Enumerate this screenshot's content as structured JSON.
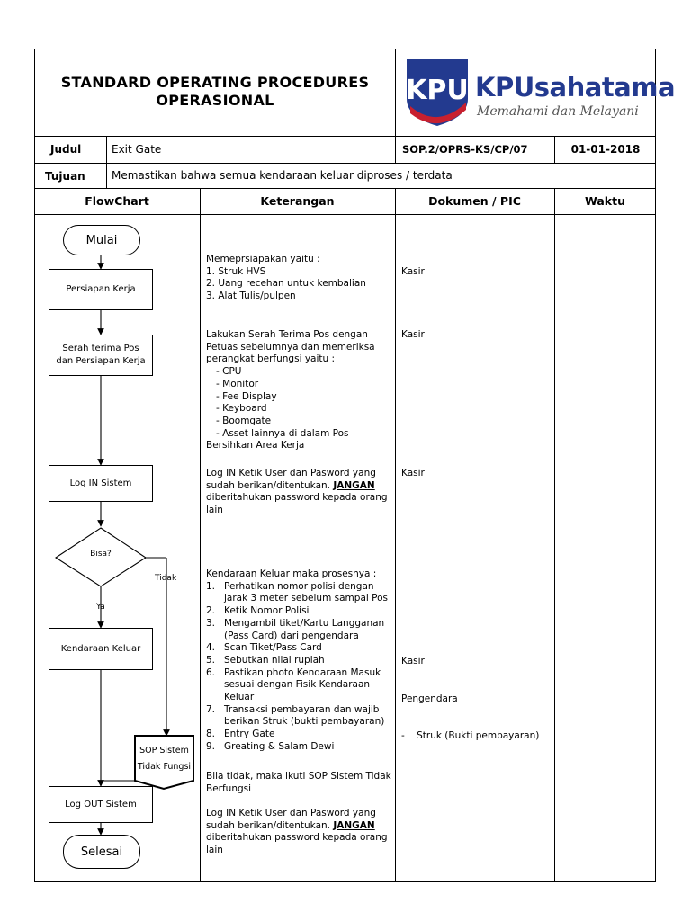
{
  "header": {
    "title_line1": "STANDARD OPERATING PROCEDURES",
    "title_line2": "OPERASIONAL",
    "logo_brand": "KPUsahatama",
    "logo_tagline": "Memahami dan Melayani",
    "logo_mark": "KPU"
  },
  "info": {
    "judul_label": "Judul",
    "judul_value": "Exit Gate",
    "sop_code": "SOP.2/OPRS-KS/CP/07",
    "date": "01-01-2018",
    "tujuan_label": "Tujuan",
    "tujuan_value": "Memastikan bahwa semua kendaraan keluar diproses / terdata"
  },
  "columns": {
    "flowchart": "FlowChart",
    "keterangan": "Keterangan",
    "dokumen": "Dokumen / PIC",
    "waktu": "Waktu"
  },
  "flow": {
    "mulai": "Mulai",
    "persiapan": "Persiapan Kerja",
    "serah_1": "Serah terima Pos",
    "serah_2": "dan Persiapan Kerja",
    "login": "Log IN Sistem",
    "bisa": "Bisa?",
    "tidak": "Tidak",
    "ya": "Ya",
    "kendaraan": "Kendaraan Keluar",
    "sop_1": "SOP Sistem",
    "sop_2": "Tidak Fungsi",
    "logout": "Log OUT Sistem",
    "selesai": "Selesai"
  },
  "ket": {
    "s1_head": "Memeprsiapakan yaitu :",
    "s1_items": [
      "1. Struk HVS",
      "2. Uang recehan untuk kembalian",
      "3. Alat Tulis/pulpen"
    ],
    "s2_lines": [
      "Lakukan Serah Terima Pos dengan",
      "Petuas sebelumnya dan memeriksa",
      "perangkat berfungsi yaitu :"
    ],
    "s2_items": [
      "CPU",
      "Monitor",
      "Fee Display",
      "Keyboard",
      "Boomgate",
      "Asset lainnya di dalam Pos"
    ],
    "s2_tail": "Bersihkan Area Kerja",
    "s3_line1": "Log IN Ketik User dan Pasword yang",
    "s3_line2a": "sudah berikan/ditentukan. ",
    "s3_emph": "JANGAN",
    "s3_line3": "diberitahukan password kepada orang",
    "s3_line4": "lain",
    "s4_head": "Kendaraan Keluar maka prosesnya :",
    "s4_items": [
      {
        "n": "1.",
        "lines": [
          "Perhatikan nomor polisi dengan",
          "jarak 3 meter sebelum sampai Pos"
        ]
      },
      {
        "n": "2.",
        "lines": [
          "Ketik Nomor Polisi"
        ]
      },
      {
        "n": "3.",
        "lines": [
          "Mengambil tiket/Kartu Langganan",
          "(Pass Card) dari pengendara"
        ]
      },
      {
        "n": "4.",
        "lines": [
          "Scan Tiket/Pass Card"
        ]
      },
      {
        "n": "5.",
        "lines": [
          "Sebutkan nilai rupiah"
        ]
      },
      {
        "n": "6.",
        "lines": [
          "Pastikan photo Kendaraan Masuk",
          "sesuai dengan Fisik Kendaraan",
          "Keluar"
        ]
      },
      {
        "n": "7.",
        "lines": [
          "Transaksi pembayaran dan wajib",
          "berikan Struk (bukti pembayaran)"
        ]
      },
      {
        "n": "8.",
        "lines": [
          "Entry Gate"
        ]
      },
      {
        "n": "9.",
        "lines": [
          "Greating & Salam Dewi"
        ]
      }
    ],
    "s5_line1": "Bila tidak, maka ikuti SOP Sistem Tidak",
    "s5_line2": "Berfungsi",
    "s6_line1": "Log IN Ketik User dan Pasword yang",
    "s6_line2a": "sudah berikan/ditentukan. ",
    "s6_emph": "JANGAN",
    "s6_line3": "diberitahukan password kepada orang",
    "s6_line4": "lain"
  },
  "pic": {
    "p1": "Kasir",
    "p2": "Kasir",
    "p3": "Kasir",
    "p4_1": "Kasir",
    "p4_2": "Pengendara",
    "p4_3": "-    Struk (Bukti pembayaran)"
  },
  "colors": {
    "logo_red": "#c8202f",
    "logo_blue": "#233a8f",
    "tagline_gray": "#555555"
  }
}
